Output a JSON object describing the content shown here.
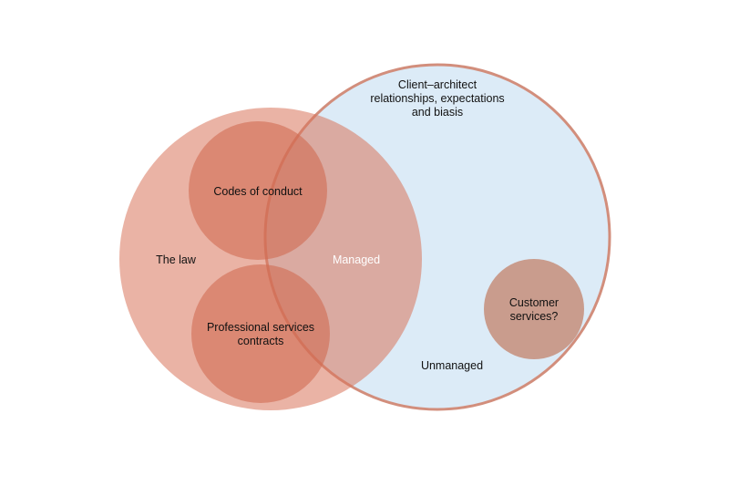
{
  "diagram": {
    "labels": {
      "client_relationships": [
        "Client–architect",
        "relationships, expectations",
        "and biasis"
      ],
      "codes_of_conduct": "Codes of conduct",
      "the_law": "The law",
      "managed": "Managed",
      "professional_services": [
        "Professional services",
        "contracts"
      ],
      "customer_services": [
        "Customer",
        "services?"
      ],
      "unmanaged": "Unmanaged"
    },
    "colors": {
      "law_fill": "#e8a28e",
      "unmanaged_fill": "#dcebf7",
      "unmanaged_stroke": "#d28e7c",
      "inner_fill": "#d8735a",
      "customer_fill": "#c99c8d",
      "managed_text": "#ffffff"
    }
  }
}
